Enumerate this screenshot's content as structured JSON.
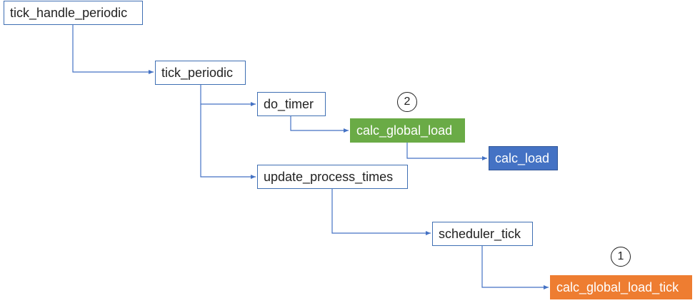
{
  "nodes": {
    "tick_handle_periodic": "tick_handle_periodic",
    "tick_periodic": "tick_periodic",
    "do_timer": "do_timer",
    "calc_global_load": "calc_global_load",
    "calc_load": "calc_load",
    "update_process_times": "update_process_times",
    "scheduler_tick": "scheduler_tick",
    "calc_global_load_tick": "calc_global_load_tick"
  },
  "badges": {
    "first": "1",
    "second": "2"
  },
  "colors": {
    "connector": "#4472c4",
    "box_border": "#3f6fb3",
    "green": "#6aab46",
    "blue": "#4472c4",
    "orange": "#ee7d31"
  }
}
